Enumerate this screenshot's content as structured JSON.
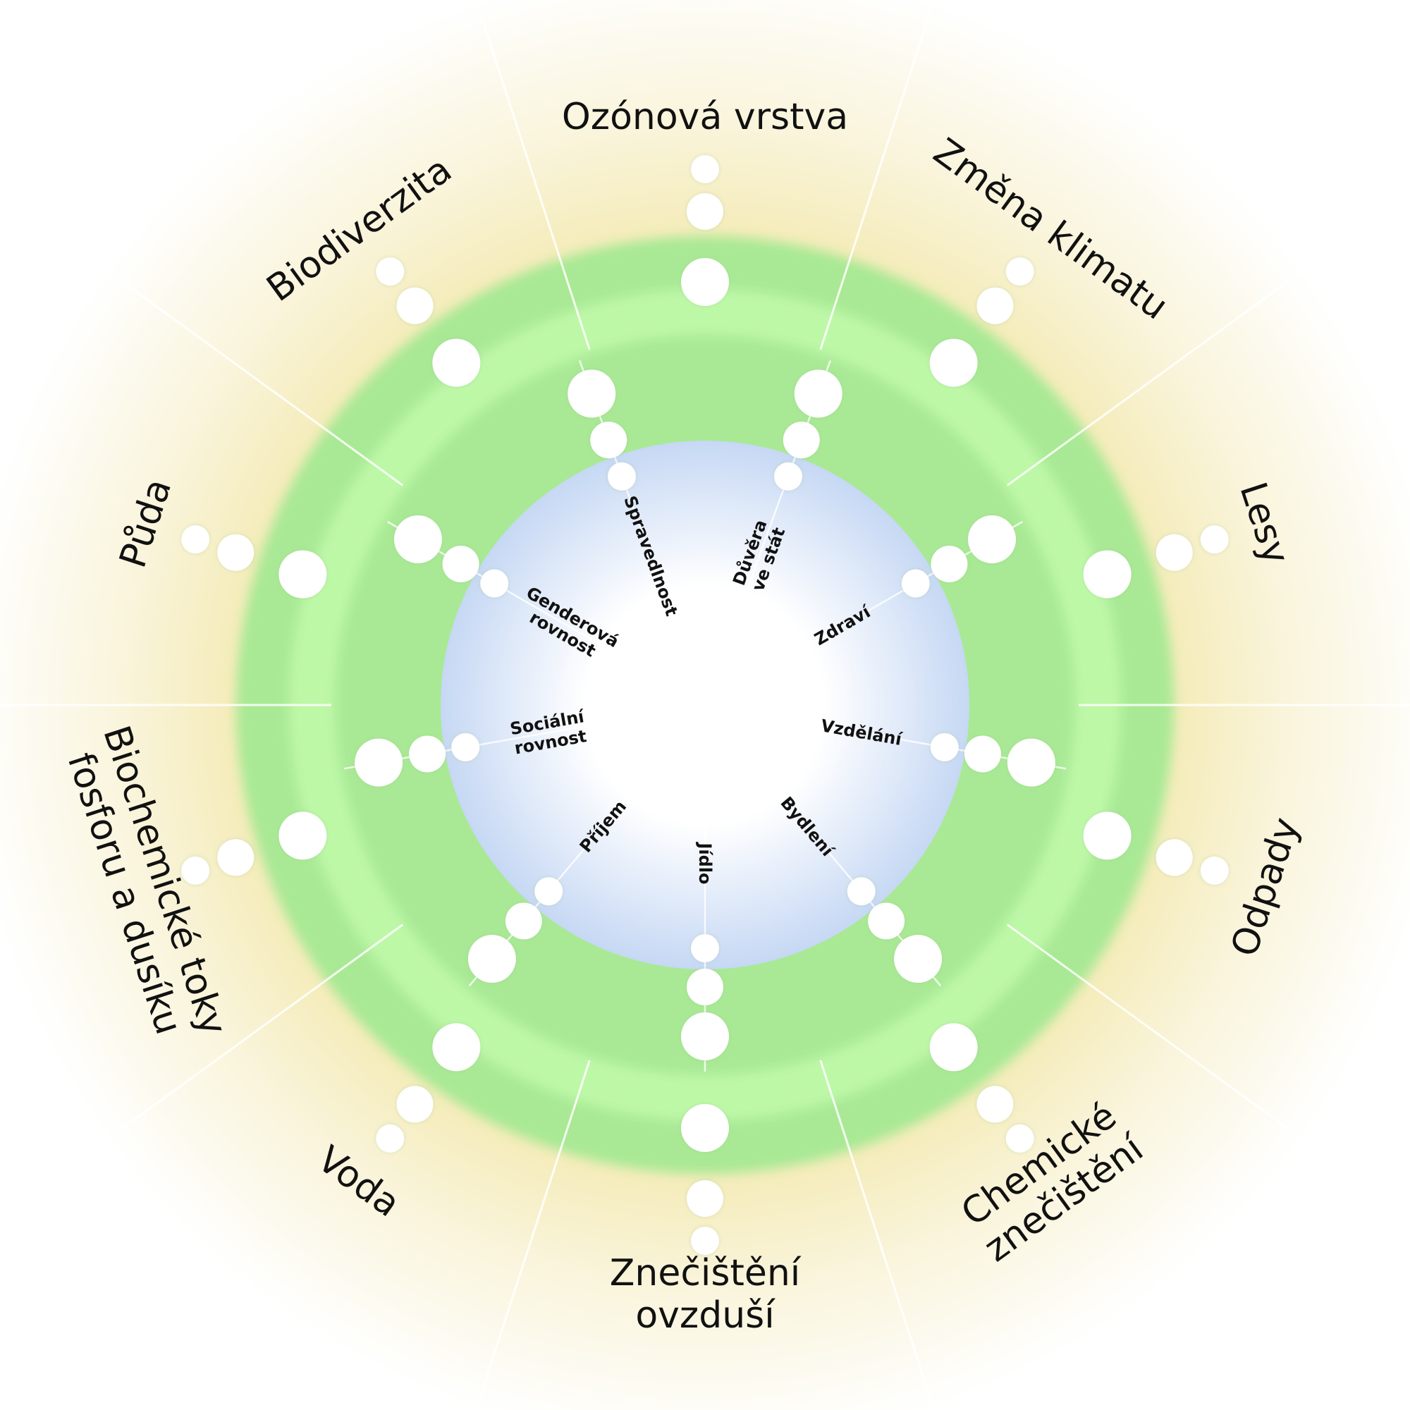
{
  "colors": {
    "background": "#ffffff",
    "outer_glow": "#f2e7a6",
    "ring_light": "#bdf8a7",
    "ring_mid": "#a9e995",
    "center": "#cbdcf6",
    "dot": "#ffffff",
    "spoke": "#ffffff",
    "text": "#111111"
  },
  "ecological_ceiling": [
    {
      "id": "ozone",
      "lines": [
        "Ozónová vrstva"
      ]
    },
    {
      "id": "climate",
      "lines": [
        "Změna klimatu"
      ]
    },
    {
      "id": "forests",
      "lines": [
        "Lesy"
      ]
    },
    {
      "id": "waste",
      "lines": [
        "Odpady"
      ]
    },
    {
      "id": "chemical",
      "lines": [
        "Chemické",
        "znečištění"
      ]
    },
    {
      "id": "air",
      "lines": [
        "Znečištění",
        "ovzduší"
      ]
    },
    {
      "id": "water",
      "lines": [
        "Voda"
      ]
    },
    {
      "id": "nutrients",
      "lines": [
        "Biochemické toky",
        "fosforu a dusíku"
      ]
    },
    {
      "id": "soil",
      "lines": [
        "Půda"
      ]
    },
    {
      "id": "biodiversity",
      "lines": [
        "Biodiverzita"
      ]
    }
  ],
  "social_foundation": [
    {
      "id": "trust",
      "lines": [
        "Důvěra",
        "ve stát"
      ]
    },
    {
      "id": "health",
      "lines": [
        "Zdraví"
      ]
    },
    {
      "id": "education",
      "lines": [
        "Vzdělání"
      ]
    },
    {
      "id": "housing",
      "lines": [
        "Bydlení"
      ]
    },
    {
      "id": "food",
      "lines": [
        "Jídlo"
      ]
    },
    {
      "id": "income",
      "lines": [
        "Příjem"
      ]
    },
    {
      "id": "social_equity",
      "lines": [
        "Sociální",
        "rovnost"
      ]
    },
    {
      "id": "gender_equality",
      "lines": [
        "Genderová",
        "rovnost"
      ]
    },
    {
      "id": "justice",
      "lines": [
        "Spravedlnost"
      ]
    }
  ]
}
